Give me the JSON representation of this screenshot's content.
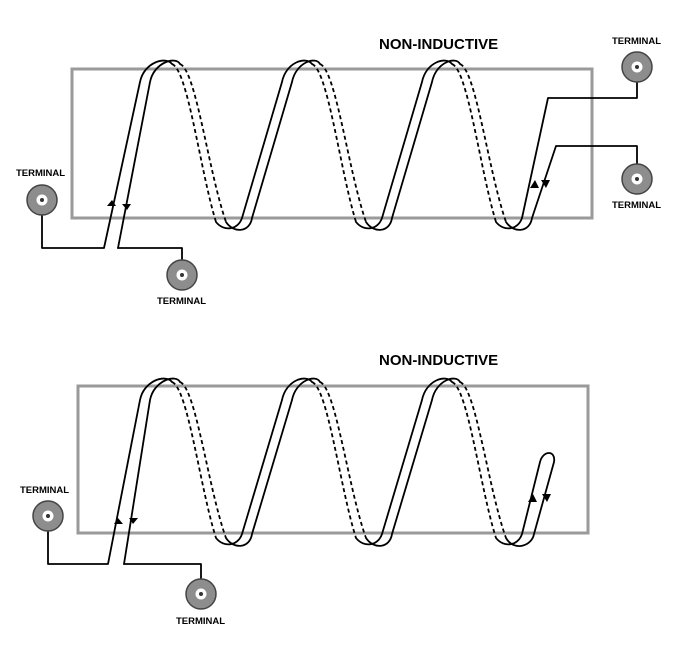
{
  "diagrams": [
    {
      "title": "NON-INDUCTIVE",
      "terminal_label": "TERMINAL"
    },
    {
      "title": "NON-INDUCTIVE",
      "terminal_label": "TERMINAL"
    }
  ]
}
